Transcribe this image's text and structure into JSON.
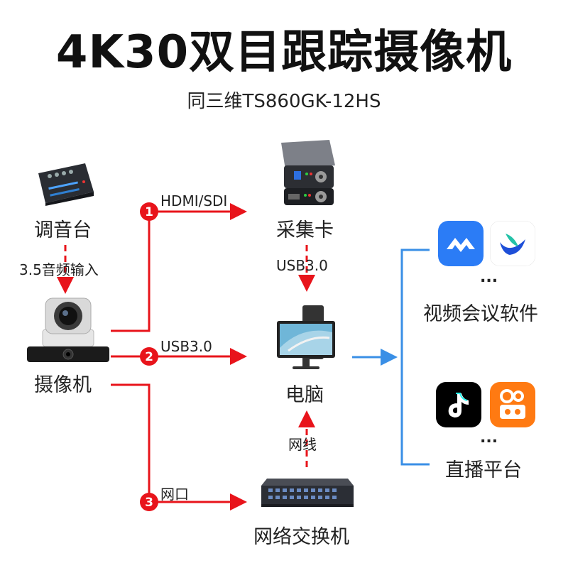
{
  "header": {
    "title": "4K30双目跟踪摄像机",
    "subtitle": "同三维TS860GK-12HS"
  },
  "nodes": {
    "mixer": "调音台",
    "camera": "摄像机",
    "capture_card": "采集卡",
    "computer": "电脑",
    "switch": "网络交换机",
    "conference_software": "视频会议软件",
    "live_platform": "直播平台"
  },
  "edges": {
    "audio_in": "3.5音频输入",
    "hdmi_sdi": "HDMI/SDI",
    "usb_capture": "USB3.0",
    "usb_camera": "USB3.0",
    "network_cable": "网线",
    "lan_port": "网口"
  },
  "badges": [
    "1",
    "2",
    "3"
  ],
  "ellipsis": "...",
  "colors": {
    "red_line": "#e8141b",
    "blue_line": "#3a8fe6",
    "badge": "#e8141b"
  },
  "icons": [
    "audio-mixer-icon",
    "ptz-camera-icon",
    "capture-card-icon",
    "computer-icon",
    "network-switch-icon",
    "tencent-meeting-icon",
    "feishu-icon",
    "tiktok-icon",
    "kuaishou-icon"
  ]
}
